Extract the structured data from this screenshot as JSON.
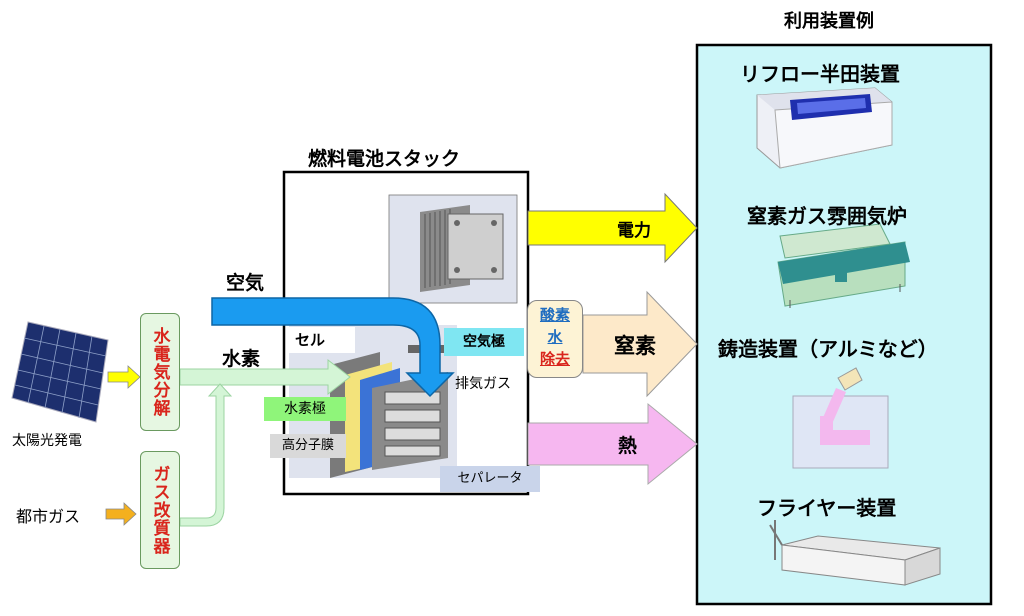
{
  "labels": {
    "solar": "太陽光発電",
    "city_gas": "都市ガス",
    "electrolysis": "水電気分解",
    "reformer": "ガス改質器",
    "air": "空気",
    "hydrogen": "水素",
    "stack_title": "燃料電池スタック",
    "cell": "セル",
    "air_electrode": "空気極",
    "exhaust": "排気ガス",
    "hydrogen_electrode": "水素極",
    "membrane": "高分子膜",
    "separator": "セパレータ",
    "oxygen": "酸素",
    "water": "水",
    "removal": "除去",
    "power": "電力",
    "nitrogen": "窒素",
    "heat": "熱",
    "devices_title": "利用装置例",
    "device1": "リフロー半田装置",
    "device2": "窒素ガス雰囲気炉",
    "device3": "鋳造装置（アルミなど）",
    "device4": "フライヤー装置"
  },
  "colors": {
    "power_arrow": "#ffff00",
    "nitrogen_arrow": "#fde9c9",
    "heat_arrow": "#f6b7f0",
    "air_arrow": "#1a9bf0",
    "hydrogen_arrow": "#d4f5d6",
    "devices_panel": "#ccf6f9",
    "air_electrode": "#7fe6f2",
    "hydrogen_electrode": "#8ff57a",
    "membrane": "#d9d9d9",
    "separator": "#c9d4ea"
  }
}
